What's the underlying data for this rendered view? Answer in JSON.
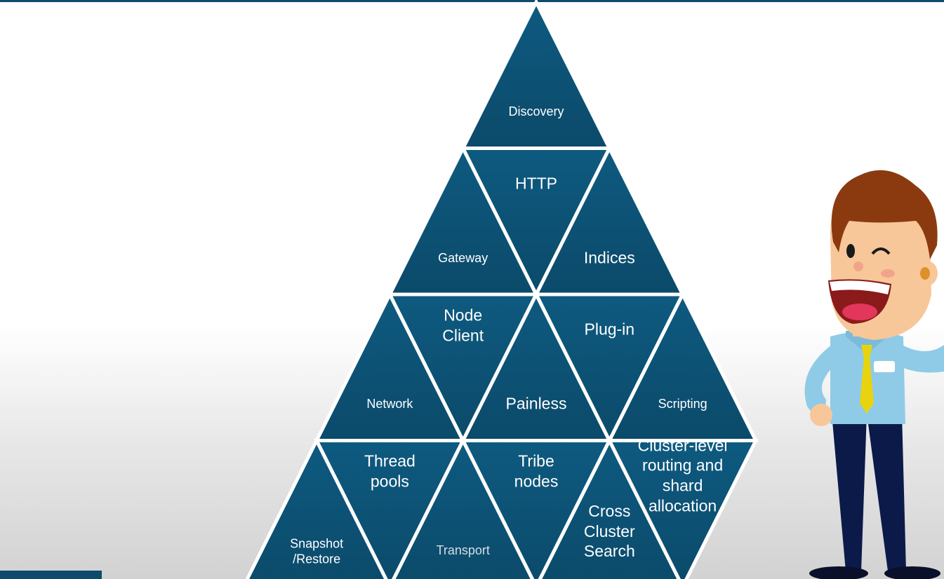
{
  "colors": {
    "tile": "#0e5a80",
    "tile_dark": "#0b4a6a",
    "outline": "#ffffff",
    "accent": "#0e4a6b"
  },
  "pyramid": {
    "rows": [
      [
        {
          "id": "discovery",
          "label": "Discovery"
        }
      ],
      [
        {
          "id": "gateway",
          "label": "Gateway"
        },
        {
          "id": "http",
          "label": "HTTP"
        },
        {
          "id": "indices",
          "label": "Indices"
        }
      ],
      [
        {
          "id": "network",
          "label": "Network"
        },
        {
          "id": "node-client",
          "label": "Node\nClient"
        },
        {
          "id": "painless",
          "label": "Painless"
        },
        {
          "id": "plug-in",
          "label": "Plug-in"
        },
        {
          "id": "scripting",
          "label": "Scripting"
        }
      ],
      [
        {
          "id": "snapshot-restore",
          "label": "Snapshot\n/Restore"
        },
        {
          "id": "thread-pools",
          "label": "Thread\npools"
        },
        {
          "id": "transport",
          "label": "Transport"
        },
        {
          "id": "tribe-nodes",
          "label": "Tribe\nnodes"
        },
        {
          "id": "cross-cluster-search",
          "label": "Cross\nCluster\nSearch"
        },
        {
          "id": "cluster-level-routing",
          "label": "Cluster-level\nrouting and\nshard\nallocation"
        }
      ]
    ]
  },
  "illustration": {
    "icon": "cartoon-businessman-icon"
  }
}
